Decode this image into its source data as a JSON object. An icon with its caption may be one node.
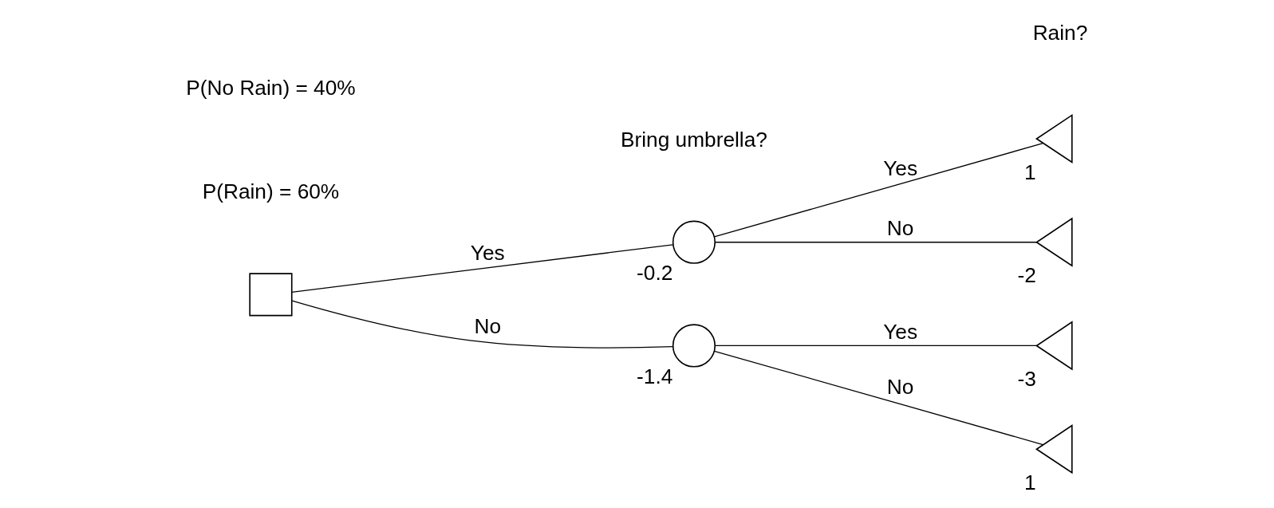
{
  "diagram": {
    "nodes": [
      {
        "text": [],
        "shape": "box"
      },
      {
        "text": [],
        "shape": "circle",
        "beside": [
          "-0.2"
        ]
      },
      {
        "text": [],
        "shape": "circle",
        "beside": [
          "-1.4"
        ]
      },
      {
        "text": [],
        "shape": "triangle",
        "beside": [
          "1"
        ]
      },
      {
        "text": [],
        "shape": "triangle",
        "beside": [
          "-2"
        ]
      },
      {
        "text": [],
        "shape": "triangle",
        "beside": [
          "-3"
        ]
      },
      {
        "text": [],
        "shape": "triangle",
        "beside": [
          "1"
        ]
      }
    ],
    "edges": [
      {
        "from": 0,
        "to": 1,
        "arrow": "none",
        "label": "Yes"
      },
      {
        "from": 0,
        "to": 2,
        "arrow": "none",
        "label": "No"
      },
      {
        "from": 1,
        "to": 3,
        "arrow": "none",
        "label": "Yes"
      },
      {
        "from": 1,
        "to": 4,
        "arrow": "none",
        "label": "No"
      },
      {
        "from": 2,
        "to": 5,
        "arrow": "none",
        "label": "Yes"
      },
      {
        "from": 2,
        "to": 6,
        "arrow": "none",
        "label": "No"
      }
    ],
    "labels": [
      "Bring umbrella?",
      "Rain?",
      "P(Rain) = 60%",
      "P(No Rain) = 40%"
    ]
  }
}
